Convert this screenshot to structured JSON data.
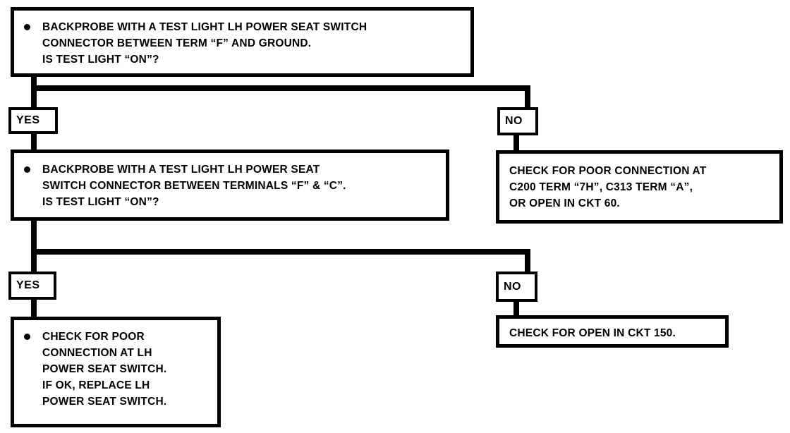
{
  "diagram": {
    "title": "LH Power Seat Switch Diagnostic Flowchart",
    "ink_color": "#000000",
    "paper_color": "#ffffff",
    "nodes": [
      {
        "id": "q1",
        "kind": "question",
        "bulleted": true,
        "text": "BACKPROBE WITH A TEST LIGHT LH POWER SEAT SWITCH\nCONNECTOR BETWEEN TERM “F” AND GROUND.\nIS TEST LIGHT “ON”?"
      },
      {
        "id": "q2",
        "kind": "question",
        "bulleted": true,
        "text": "BACKPROBE WITH A TEST LIGHT LH POWER SEAT\nSWITCH CONNECTOR BETWEEN TERMINALS “F” & “C”.\nIS TEST LIGHT “ON”?"
      },
      {
        "id": "a1",
        "kind": "action",
        "bulleted": false,
        "text": "CHECK FOR POOR CONNECTION AT\nC200 TERM “7H”, C313 TERM “A”,\nOR OPEN IN CKT 60."
      },
      {
        "id": "a2",
        "kind": "action",
        "bulleted": false,
        "text": "CHECK FOR OPEN IN CKT 150."
      },
      {
        "id": "a3",
        "kind": "action",
        "bulleted": true,
        "text": "CHECK FOR POOR\nCONNECTION AT  LH\nPOWER SEAT SWITCH.\nIF OK, REPLACE  LH\nPOWER SEAT SWITCH."
      }
    ],
    "branch_labels": {
      "yes_1": "YES",
      "no_1": "NO",
      "yes_2": "YES",
      "no_2": "NO"
    }
  }
}
